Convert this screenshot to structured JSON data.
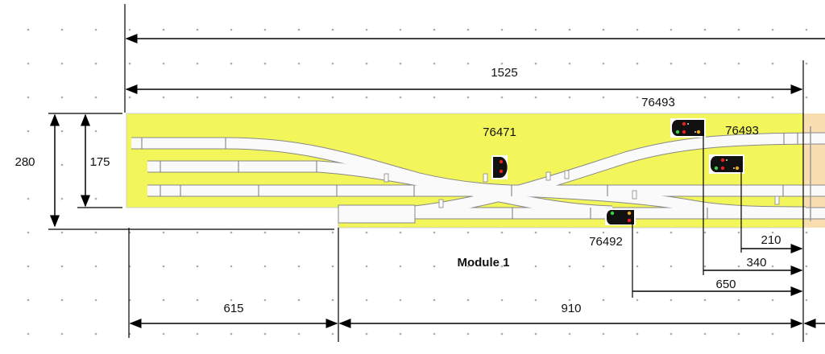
{
  "module": {
    "title": "Module 1"
  },
  "dimensions": {
    "total_length": "1525",
    "height_outer": "280",
    "height_inner": "175",
    "left_section": "615",
    "right_section": "910",
    "signal_offset_1": "650",
    "signal_offset_2": "340",
    "signal_offset_3": "210"
  },
  "signals": [
    {
      "id": "76471"
    },
    {
      "id": "76493"
    },
    {
      "id": "76493"
    },
    {
      "id": "76492"
    }
  ],
  "colors": {
    "board": "#f3f65a",
    "adjacent_module": "#f8deb0",
    "signal_body": "#111111",
    "red": "#e8221c",
    "green": "#3fd13f",
    "yellow": "#f0a818"
  }
}
